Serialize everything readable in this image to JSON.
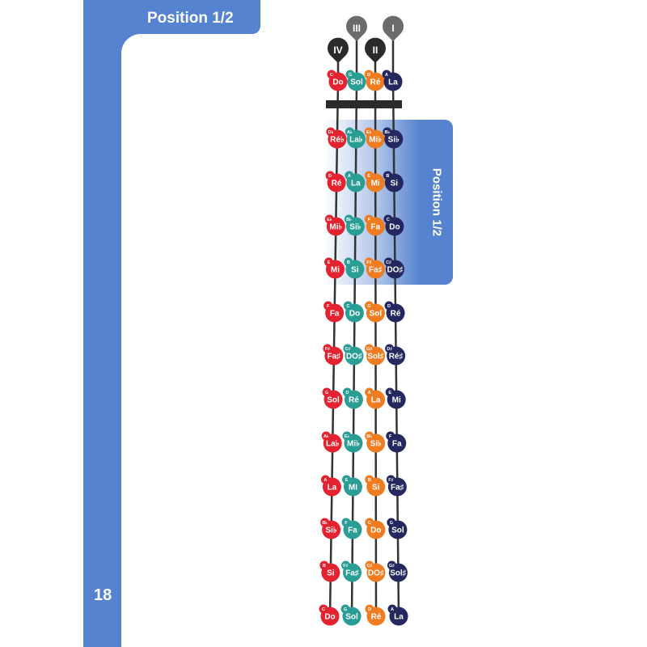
{
  "header": {
    "title": "Position 1/2"
  },
  "page_number": "18",
  "position_tab": {
    "label": "Position 1/2"
  },
  "pegs": [
    {
      "label": "IV",
      "shade": "dark"
    },
    {
      "label": "III",
      "shade": "grey"
    },
    {
      "label": "II",
      "shade": "dark"
    },
    {
      "label": "I",
      "shade": "grey"
    }
  ],
  "colors": {
    "brand": "#5683cf",
    "string1": "#e3232f",
    "string2": "#2a9d95",
    "string3": "#f07c22",
    "string4": "#24285e",
    "peg_dark": "#2b2b2b",
    "peg_grey": "#6b6b6b"
  },
  "rows": [
    [
      [
        "C",
        "Do"
      ],
      [
        "G",
        "Sol"
      ],
      [
        "D",
        "Ré"
      ],
      [
        "A",
        "La"
      ]
    ],
    [
      [
        "D♭",
        "Ré♭"
      ],
      [
        "A♭",
        "La♭"
      ],
      [
        "E♭",
        "Mi♭"
      ],
      [
        "B♭",
        "Si♭"
      ]
    ],
    [
      [
        "D",
        "Ré"
      ],
      [
        "A",
        "La"
      ],
      [
        "E",
        "Mi"
      ],
      [
        "B",
        "Si"
      ]
    ],
    [
      [
        "E♭",
        "Mi♭"
      ],
      [
        "B♭",
        "Si♭"
      ],
      [
        "F",
        "Fa"
      ],
      [
        "C",
        "Do"
      ]
    ],
    [
      [
        "E",
        "Mi"
      ],
      [
        "B",
        "Si"
      ],
      [
        "F♯",
        "Fa♯"
      ],
      [
        "C♯",
        "DO♯"
      ]
    ],
    [
      [
        "F",
        "Fa"
      ],
      [
        "C",
        "Do"
      ],
      [
        "G",
        "Sol"
      ],
      [
        "D",
        "Ré"
      ]
    ],
    [
      [
        "F♯",
        "Fa♯"
      ],
      [
        "C♯",
        "DO♯"
      ],
      [
        "G♯",
        "Sol♯"
      ],
      [
        "D♯",
        "Ré♯"
      ]
    ],
    [
      [
        "G",
        "Sol"
      ],
      [
        "D",
        "Ré"
      ],
      [
        "A",
        "La"
      ],
      [
        "E",
        "Mi"
      ]
    ],
    [
      [
        "A♭",
        "La♭"
      ],
      [
        "E♭",
        "Mi♭"
      ],
      [
        "B♭",
        "Si♭"
      ],
      [
        "F",
        "Fa"
      ]
    ],
    [
      [
        "A",
        "La"
      ],
      [
        "E",
        "MI"
      ],
      [
        "B",
        "Si"
      ],
      [
        "F♯",
        "Fa♯"
      ]
    ],
    [
      [
        "B♭",
        "Si♭"
      ],
      [
        "F",
        "Fa"
      ],
      [
        "C",
        "Do"
      ],
      [
        "G",
        "Sol"
      ]
    ],
    [
      [
        "B",
        "Si"
      ],
      [
        "F♯",
        "Fa♯"
      ],
      [
        "C♯",
        "DO♯"
      ],
      [
        "G♯",
        "Sol♯"
      ]
    ],
    [
      [
        "C",
        "Do"
      ],
      [
        "G",
        "Sol"
      ],
      [
        "D",
        "Ré"
      ],
      [
        "A",
        "La"
      ]
    ]
  ]
}
